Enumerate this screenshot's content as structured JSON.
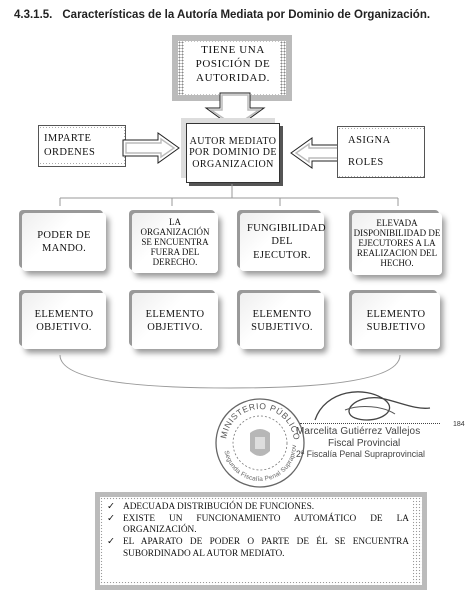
{
  "title": {
    "number": "4.3.1.5.",
    "text": "Características de la Autoría Mediata por Dominio de Organización."
  },
  "diagram": {
    "top_box": "TIENE UNA POSICIÓN DE AUTORIDAD.",
    "left_box": "IMPARTE ORDENES",
    "center_box": "AUTOR MEDIATO POR DOMINIO DE ORGANIZACION",
    "right_box_line1": "ASIGNA",
    "right_box_line2": "ROLES",
    "row1": [
      "PODER DE MANDO.",
      "LA ORGANIZACIÓN SE ENCUENTRA FUERA DEL DERECHO.",
      "FUNGIBILIDAD DEL EJECUTOR.",
      "ELEVADA DISPONIBILIDAD DE EJECUTORES A LA REALIZACION DEL HECHO."
    ],
    "row2": [
      "ELEMENTO OBJETIVO.",
      "ELEMENTO OBJETIVO.",
      "ELEMENTO SUBJETIVO.",
      "ELEMENTO SUBJETIVO"
    ]
  },
  "stamp": {
    "ring_text_top": "MINISTERIO PÚBLICO",
    "ring_text_bottom": "Segunda Fiscalía Penal Supraprovincial",
    "name": "Marcelita Gutiérrez Vallejos",
    "role": "Fiscal Provincial",
    "office": "2ª Fiscalía Penal Supraprovincial",
    "page_number": "184"
  },
  "conclusions": [
    "ADECUADA DISTRIBUCIÓN DE FUNCIONES.",
    "EXISTE UN FUNCIONAMIENTO AUTOMÁTICO DE LA ORGANIZACIÓN.",
    "EL APARATO DE PODER O PARTE DE ÉL SE ENCUENTRA SUBORDINADO AL AUTOR MEDIATO."
  ],
  "check_mark": "✓",
  "colors": {
    "ink": "#111111",
    "shadow": "#666666",
    "frame": "#bbbbbb"
  }
}
